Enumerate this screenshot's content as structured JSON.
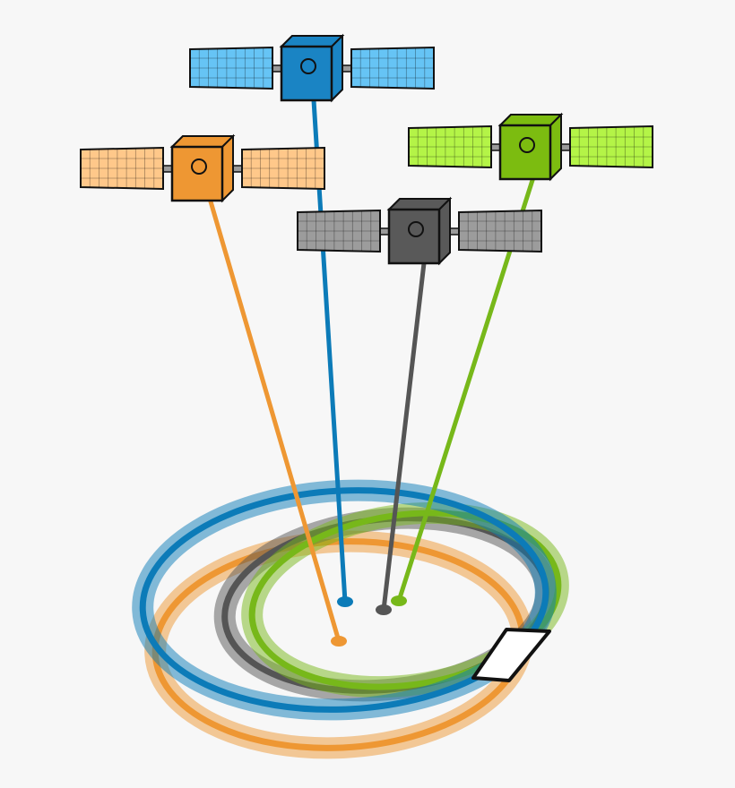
{
  "diagram": {
    "background": "#f7f7f7",
    "outline": "#111111",
    "satellites": [
      {
        "id": "blue",
        "body": "#1a84c4",
        "body_side": "#0d5f94",
        "panel": "#66c4f5",
        "line": "#0c7bb8"
      },
      {
        "id": "orange",
        "body": "#ee9733",
        "body_side": "#c96f14",
        "panel": "#ffc88a",
        "line": "#ee9733"
      },
      {
        "id": "green",
        "body": "#7cbc10",
        "body_side": "#5a9600",
        "panel": "#b4f447",
        "line": "#77b81a"
      },
      {
        "id": "gray",
        "body": "#595959",
        "body_side": "#3a3a3a",
        "panel": "#9c9c9c",
        "line": "#555555"
      }
    ],
    "receiver_icon": "phone-icon",
    "receiver_fill": "#ffffff"
  }
}
